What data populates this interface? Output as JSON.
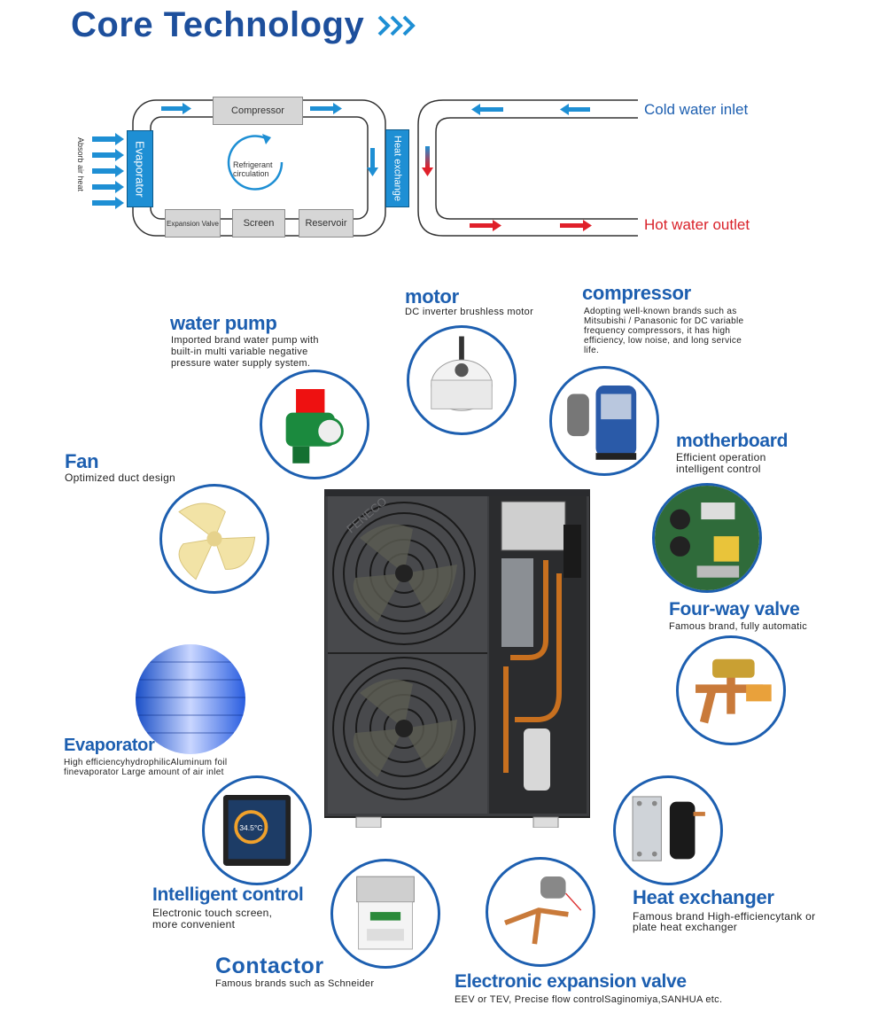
{
  "header": {
    "title": "Core Technology"
  },
  "diagram": {
    "compressor": "Compressor",
    "evaporator": "Evaporator",
    "refrigerant": [
      "Refrigerant",
      "circulation"
    ],
    "expansion_valve": "Expansion Valve",
    "screen": "Screen",
    "reservoir": "Reservoir",
    "heat_exchange": "Heat exchange",
    "absorb_air_heat": "Absorb air heat",
    "cold_water_inlet": "Cold water inlet",
    "hot_water_outlet": "Hot water outlet",
    "colors": {
      "blue_arrow": "#1e8fd4",
      "red_arrow": "#e0202a",
      "cold_text": "#1d5fb0",
      "hot_text": "#d9222a"
    }
  },
  "components": {
    "water_pump": {
      "title": "water pump",
      "desc": [
        "Imported brand water pump with",
        "built-in multi variable negative",
        "pressure water supply system."
      ]
    },
    "motor": {
      "title": "motor",
      "desc": [
        "DC inverter brushless motor"
      ]
    },
    "compressor": {
      "title": "compressor",
      "desc": [
        "Adopting well-known brands such as",
        "Mitsubishi / Panasonic for DC variable",
        "frequency compressors, it has high",
        "efficiency, low noise, and long service",
        "life."
      ]
    },
    "fan": {
      "title": "Fan",
      "desc": [
        "Optimized duct design"
      ]
    },
    "motherboard": {
      "title": "motherboard",
      "desc": [
        "Efficient operation",
        "intelligent control"
      ]
    },
    "four_way_valve": {
      "title": "Four-way valve",
      "desc": [
        "Famous brand, fully automatic"
      ]
    },
    "evaporator": {
      "title": "Evaporator",
      "desc": [
        "High efficiencyhydrophilicAluminum foil",
        "finevaporator Large amount of air inlet"
      ]
    },
    "intelligent_control": {
      "title": "Intelligent control",
      "desc": [
        "Electronic touch screen,",
        "more convenient"
      ]
    },
    "contactor": {
      "title": "Contactor",
      "desc": [
        "Famous brands such as Schneider"
      ]
    },
    "heat_exchanger": {
      "title": "Heat exchanger",
      "desc": [
        "Famous brand High-efficiencytank or",
        "plate heat exchanger"
      ]
    },
    "eev": {
      "title": "Electronic expansion valve",
      "desc": [
        "EEV or TEV, Precise flow controlSaginomiya,SANHUA etc."
      ]
    }
  },
  "unit": {
    "brand_watermark": "FENECO",
    "screen_readout": "34.5°C"
  },
  "accent_color": "#1d5fb0"
}
